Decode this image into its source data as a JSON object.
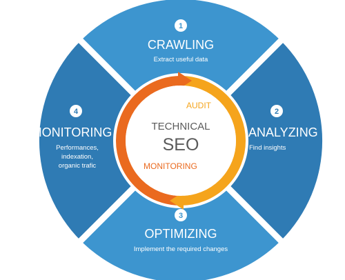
{
  "center": {
    "line1": "TECHNICAL",
    "line2": "SEO"
  },
  "ring": {
    "top_label": "AUDIT",
    "bottom_label": "MONITORING",
    "top_color": "#f5a41c",
    "bottom_color": "#ea6a1f"
  },
  "segments": [
    {
      "number": "1",
      "title": "CRAWLING",
      "desc": [
        "Extract useful data"
      ],
      "color": "#3d95cf"
    },
    {
      "number": "2",
      "title": "ANALYZING",
      "desc": [
        "Find insights"
      ],
      "color": "#2f7bb4"
    },
    {
      "number": "3",
      "title": "OPTIMIZING",
      "desc": [
        "Implement the required changes"
      ],
      "color": "#3d95cf"
    },
    {
      "number": "4",
      "title": "MONITORING",
      "desc": [
        "Performances,",
        "indexation,",
        "organic trafic"
      ],
      "color": "#2f7bb4"
    }
  ],
  "colors": {
    "gap": "#ffffff",
    "center_fill": "#ffffff",
    "center_text": "#5a5a5a",
    "badge_fill": "#ffffff",
    "badge_text": "#2f7bb4"
  }
}
